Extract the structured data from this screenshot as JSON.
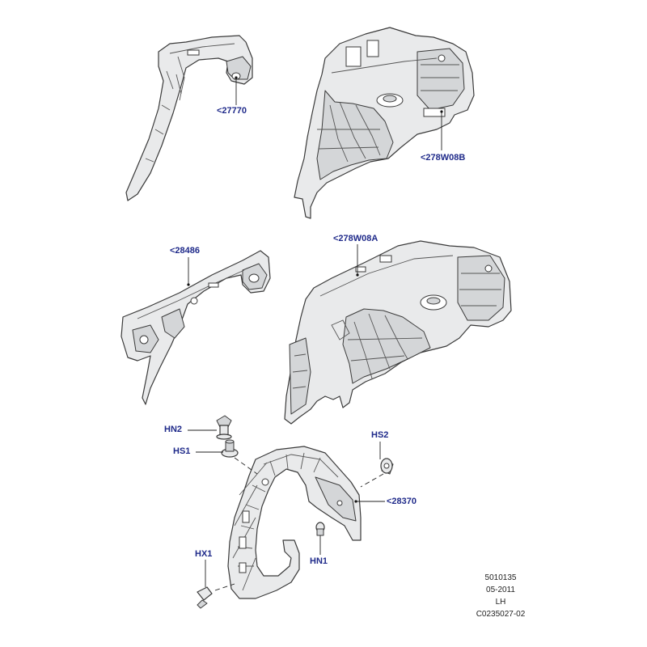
{
  "callouts": {
    "p27770": "<27770",
    "p278W08B": "<278W08B",
    "p28486": "<28486",
    "p278W08A": "<278W08A",
    "p28370": "<28370",
    "hn2": "HN2",
    "hs1": "HS1",
    "hs2": "HS2",
    "hx1": "HX1",
    "hn1": "HN1"
  },
  "reference": {
    "code": "5010135",
    "date": "05-2011",
    "side": "LH",
    "id": "C0235027-02"
  }
}
